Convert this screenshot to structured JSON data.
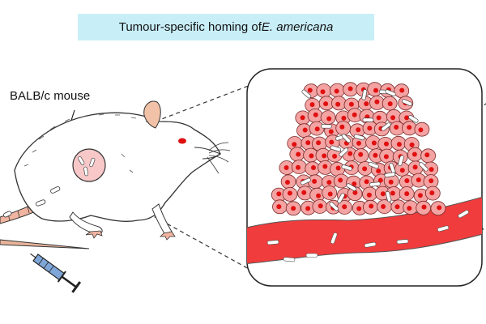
{
  "title": {
    "prefix": "Tumour-specific homing of ",
    "species": "E. americana"
  },
  "labels": {
    "mouse": "BALB/c mouse"
  },
  "colors": {
    "title_background": "#c8eef8",
    "vessel_red": "#f03c3c",
    "tumour_cell_fill": "#f4a3a3",
    "nucleus_red": "#e01010",
    "ear_pink": "#f2c2a8",
    "tail_pink": "#f0b4a0"
  },
  "icons": [
    "syringe-icon",
    "bacterium-rod-icon"
  ]
}
